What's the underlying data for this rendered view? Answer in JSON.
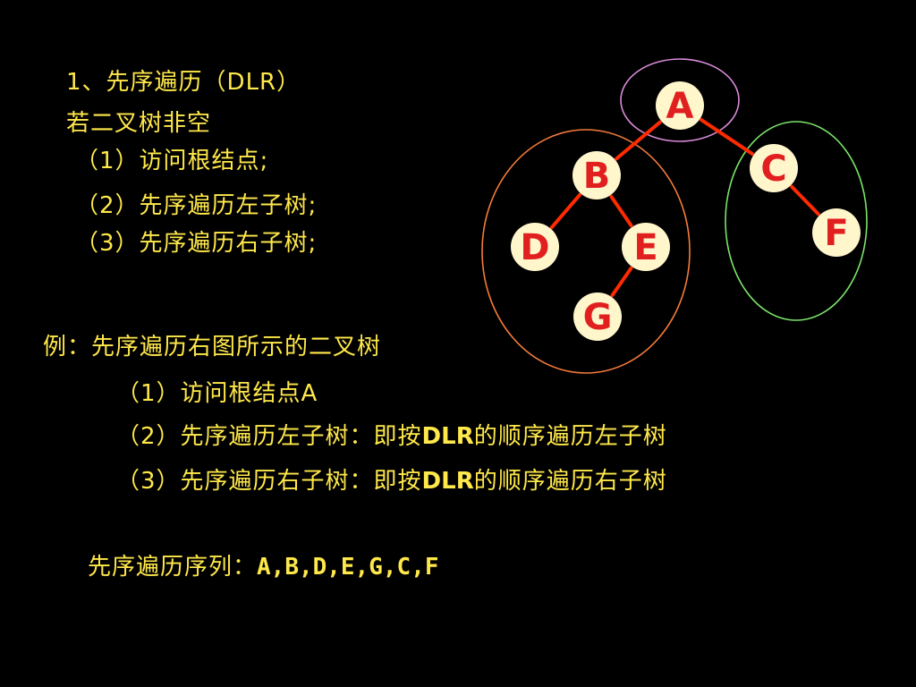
{
  "heading": {
    "title": "1、先序遍历（DLR）",
    "condition": "若二叉树非空"
  },
  "rules": {
    "step1": "（1）访问根结点;",
    "step2": "（2）先序遍历左子树;",
    "step3": "（3）先序遍历右子树;"
  },
  "example": {
    "title": "例：先序遍历右图所示的二叉树",
    "step1": "（1）访问根结点A",
    "step2_prefix": "（2）先序遍历左子树：即按",
    "step3_prefix": "（3）先序遍历右子树：即按",
    "dlr": "DLR",
    "step2_suffix": "的顺序遍历左子树",
    "step3_suffix": "的顺序遍历右子树"
  },
  "result": {
    "label": "先序遍历序列：",
    "sequence": "A,B,D,E,G,C,F"
  },
  "tree": {
    "nodes": [
      "A",
      "B",
      "C",
      "D",
      "E",
      "F",
      "G"
    ],
    "edges": [
      [
        "A",
        "B"
      ],
      [
        "A",
        "C"
      ],
      [
        "B",
        "D"
      ],
      [
        "B",
        "E"
      ],
      [
        "E",
        "G"
      ],
      [
        "C",
        "F"
      ]
    ],
    "groups": {
      "root_color": "#d98bd7",
      "left_subtree_color": "#f47b3a",
      "right_subtree_color": "#7be36a"
    }
  },
  "colors": {
    "background": "#000000",
    "text": "#ffe84a",
    "node_fill": "#fff6cc",
    "node_text": "#e11f1f",
    "edge": "#ff2a00"
  }
}
